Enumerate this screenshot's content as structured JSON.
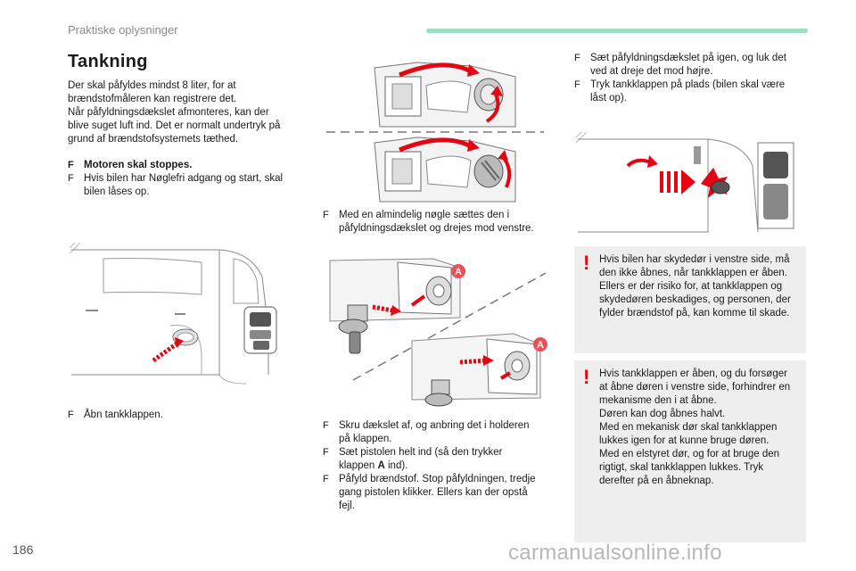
{
  "header": {
    "section": "Praktiske oplysninger"
  },
  "title": "Tankning",
  "intro": [
    "Der skal påfyldes mindst 8 liter, for at",
    "brændstofmåleren kan registrere det.",
    "Når påfyldningsdækslet afmonteres, kan der",
    "blive suget luft ind. Det er normalt undertryk på",
    "grund af brændstofsystemets tæthed."
  ],
  "bullet_marker": "F",
  "left_bullets": [
    {
      "lines": [
        "Motoren skal stoppes."
      ],
      "bold": true
    },
    {
      "lines": [
        "Hvis bilen har Nøglefri adgang og start, skal",
        "bilen låses op."
      ],
      "bold": false
    }
  ],
  "caption_open_flap": "Åbn tankklappen.",
  "mid_bullet_key": [
    "Med en almindelig nøgle sættes den i",
    "påfyldningsdækslet og drejes mod venstre."
  ],
  "mid_bullets_bottom": [
    {
      "lines": [
        "Skru dækslet af, og anbring det i holderen",
        "på klappen."
      ]
    },
    {
      "lines": [
        "Sæt pistolen helt ind (så den trykker",
        "klappen "
      ],
      "bold_tail": "A",
      "tail": " ind)."
    },
    {
      "lines": [
        "Påfyld brændstof. Stop påfyldningen, tredje",
        "gang pistolen klikker. Ellers kan der opstå",
        "fejl."
      ]
    }
  ],
  "callout_label": "A",
  "right_bullets": [
    {
      "lines": [
        "Sæt påfyldningsdækslet på igen, og luk det",
        "ved at dreje det mod højre."
      ]
    },
    {
      "lines": [
        "Tryk tankklappen på plads (bilen skal være",
        "låst op)."
      ]
    }
  ],
  "warning_mark": "!",
  "warning_1": [
    "Hvis bilen har skydedør i venstre side, må",
    "den ikke åbnes, når tankklappen er åben.",
    "Ellers er der risiko for, at tankklappen og",
    "skydedøren beskadiges, og personen, der",
    "fylder brændstof på, kan komme til skade."
  ],
  "warning_2": [
    "Hvis tankklappen er åben, og du forsøger",
    "at åbne døren i venstre side, forhindrer en",
    "mekanisme den i at åbne.",
    "Døren kan dog åbnes halvt.",
    "Med en mekanisk dør skal tankklappen",
    "lukkes igen for at kunne bruge døren.",
    "Med en elstyret dør, og for at bruge den",
    "rigtigt, skal tankklappen lukkes. Tryk",
    "derefter på en åbneknap."
  ],
  "page_number": "186",
  "watermark": "carmanualsonline.info",
  "colors": {
    "accent_green": "#9fe0bf",
    "arrow_red": "#e30613",
    "warning_red": "#e30613",
    "box_gray": "#eeeeee"
  }
}
